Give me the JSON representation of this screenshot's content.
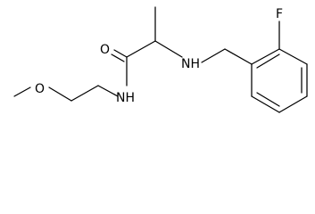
{
  "molecule": {
    "atom_labels": {
      "fluorine": "F",
      "oxygen_carbonyl": "O",
      "oxygen_ether": "O",
      "amide_nh": "NH",
      "amine_nh": "NH"
    },
    "colors": {
      "bond": "#000000",
      "label": "#000000",
      "background": "#ffffff"
    }
  }
}
